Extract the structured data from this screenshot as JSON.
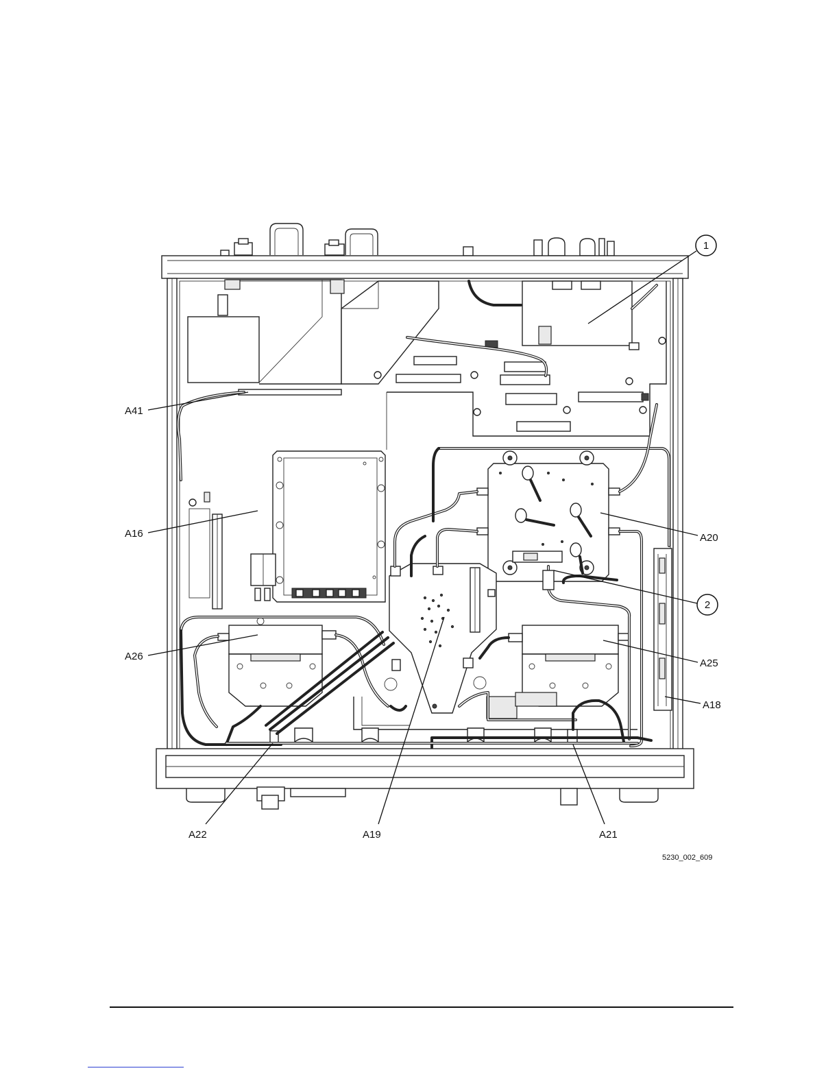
{
  "figure": {
    "figure_id": "5230_002_609",
    "callouts": {
      "c1": "1",
      "c2": "2"
    },
    "labels": {
      "a41": "A41",
      "a16": "A16",
      "a26": "A26",
      "a20": "A20",
      "a25": "A25",
      "a18": "A18",
      "a22": "A22",
      "a19": "A19",
      "a21": "A21"
    }
  }
}
